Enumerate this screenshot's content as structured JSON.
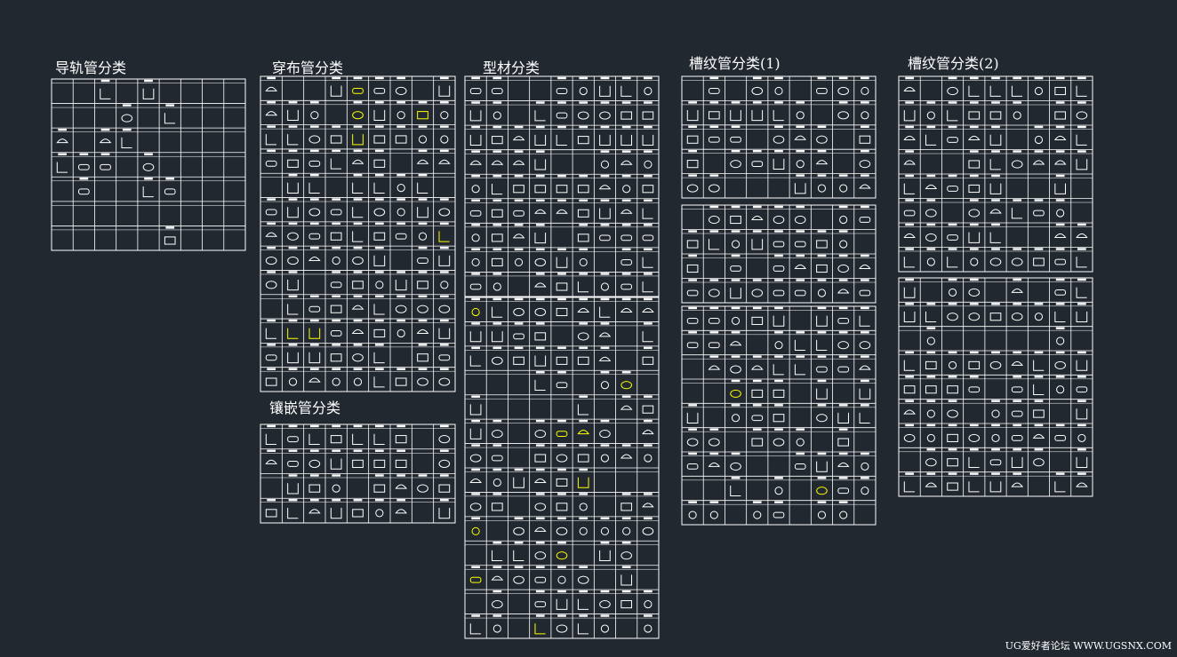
{
  "app": {
    "background": "#212830"
  },
  "colors": {
    "line": "#ffffff",
    "highlight": "#ffff00"
  },
  "sections": [
    {
      "id": "guide-rail",
      "title": "导轨管分类"
    },
    {
      "id": "fabric",
      "title": "穿布管分类"
    },
    {
      "id": "inlay",
      "title": "镶嵌管分类"
    },
    {
      "id": "profile",
      "title": "型材分类"
    },
    {
      "id": "groove1",
      "title": "槽纹管分类(1)"
    },
    {
      "id": "groove2",
      "title": "槽纹管分类(2)"
    }
  ],
  "watermark": "UG爱好者论坛 WWW.UGSNX.COM"
}
